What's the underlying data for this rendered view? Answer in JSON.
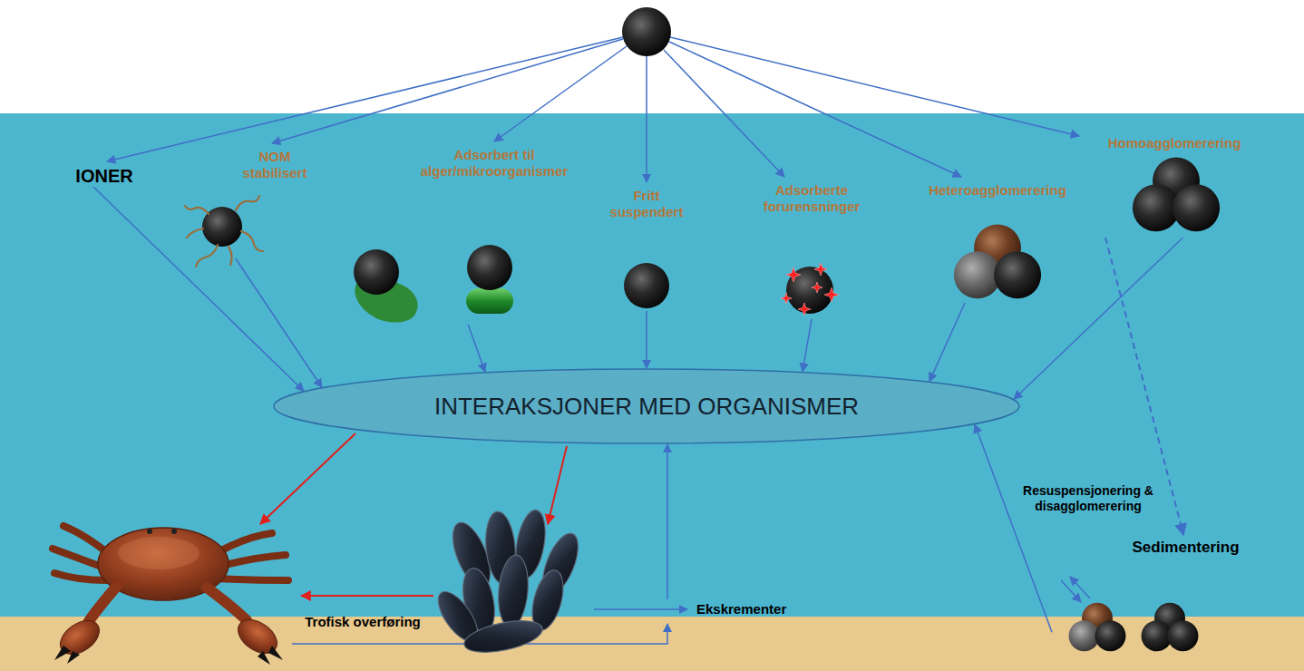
{
  "diagram": {
    "nodes": [
      {
        "text": [
          "IONER"
        ]
      },
      {
        "text": [
          "NOM stabilisert"
        ]
      },
      {
        "text": [
          "Adsorbert til alger/mikroorganismer"
        ]
      },
      {
        "text": [
          "Fritt suspendert"
        ]
      },
      {
        "text": [
          "Adsorberte forurensninger"
        ]
      },
      {
        "text": [
          "Heteroagglomerering"
        ]
      },
      {
        "text": [
          "Homoagglomerering"
        ]
      },
      {
        "text": [
          "INTERAKSJONER MED ORGANISMER"
        ]
      },
      {
        "text": [
          "Ekskrementer"
        ]
      },
      {
        "text": [
          "Sedimentering"
        ]
      }
    ],
    "edges": [
      {
        "from": 0,
        "to": 7,
        "arrow": "to"
      },
      {
        "from": 1,
        "to": 7,
        "arrow": "to"
      },
      {
        "from": 2,
        "to": 7,
        "arrow": "to"
      },
      {
        "from": 3,
        "to": 7,
        "arrow": "to"
      },
      {
        "from": 4,
        "to": 7,
        "arrow": "to"
      },
      {
        "from": 5,
        "to": 7,
        "arrow": "to"
      },
      {
        "from": 6,
        "to": 7,
        "arrow": "to"
      },
      {
        "from": 8,
        "to": 7,
        "arrow": "to"
      },
      {
        "from": 6,
        "to": 9,
        "arrow": "to"
      },
      {
        "from": 9,
        "to": 7,
        "label": "Resuspensjonering & disagglomerering",
        "arrow": "to"
      }
    ],
    "labels": [
      "Trofisk overføring"
    ]
  }
}
